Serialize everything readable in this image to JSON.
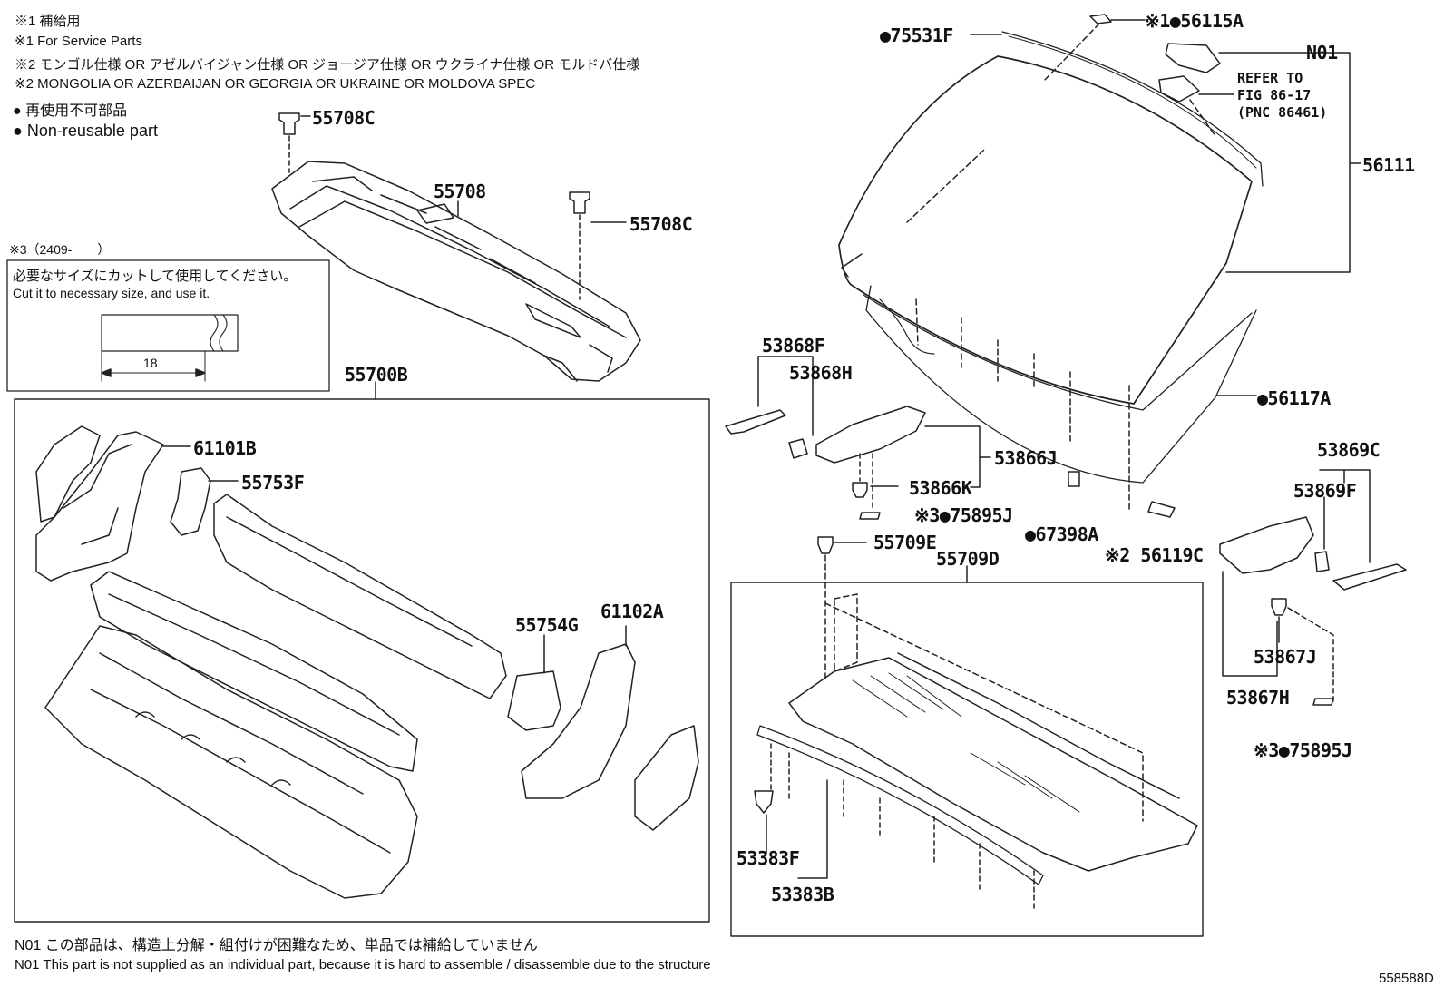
{
  "notes": {
    "n1_jp": "※1 補給用",
    "n1_en": "※1 For Service Parts",
    "n2_jp": "※2 モンゴル仕様 OR アゼルバイジャン仕様 OR ジョージア仕様 OR ウクライナ仕様 OR モルドバ仕様",
    "n2_en": "※2 MONGOLIA OR AZERBAIJAN OR GEORGIA OR UKRAINE OR MOLDOVA SPEC",
    "nr_jp": "● 再使用不可部品",
    "nr_en": "● Non-reusable part"
  },
  "cut_box": {
    "label": "※3（2409-　　）",
    "jp": "必要なサイズにカットして使用してください。",
    "en": "Cut it to necessary size, and use it.",
    "dim": "18"
  },
  "group_labels": {
    "left": "55700B",
    "right": "55709D"
  },
  "parts": {
    "p55708C_a": "55708C",
    "p55708C_b": "55708C",
    "p55708": "55708",
    "p61101B": "61101B",
    "p55753F": "55753F",
    "p55754G": "55754G",
    "p61102A": "61102A",
    "p75531F": "●75531F",
    "p56115A": "※1●56115A",
    "pN01": "N01",
    "p56111": "56111",
    "p56117A": "●56117A",
    "p53868F": "53868F",
    "p53868H": "53868H",
    "p53866J": "53866J",
    "p53866K": "53866K",
    "p75895J_a": "※3●75895J",
    "p67398A": "●67398A",
    "p56119C": "※2 56119C",
    "p55709E": "55709E",
    "p53869C": "53869C",
    "p53869F": "53869F",
    "p53867J": "53867J",
    "p53867H": "53867H",
    "p75895J_b": "※3●75895J",
    "p53383F": "53383F",
    "p53383B": "53383B"
  },
  "refer": "REFER TO\nFIG 86-17\n(PNC 86461)",
  "footer": {
    "jp": "N01 この部品は、構造上分解・組付けが困難なため、単品では補給していません",
    "en": "N01 This part is not supplied as an individual part, because it is hard to assemble / disassemble due to the structure",
    "code": "558588D"
  }
}
